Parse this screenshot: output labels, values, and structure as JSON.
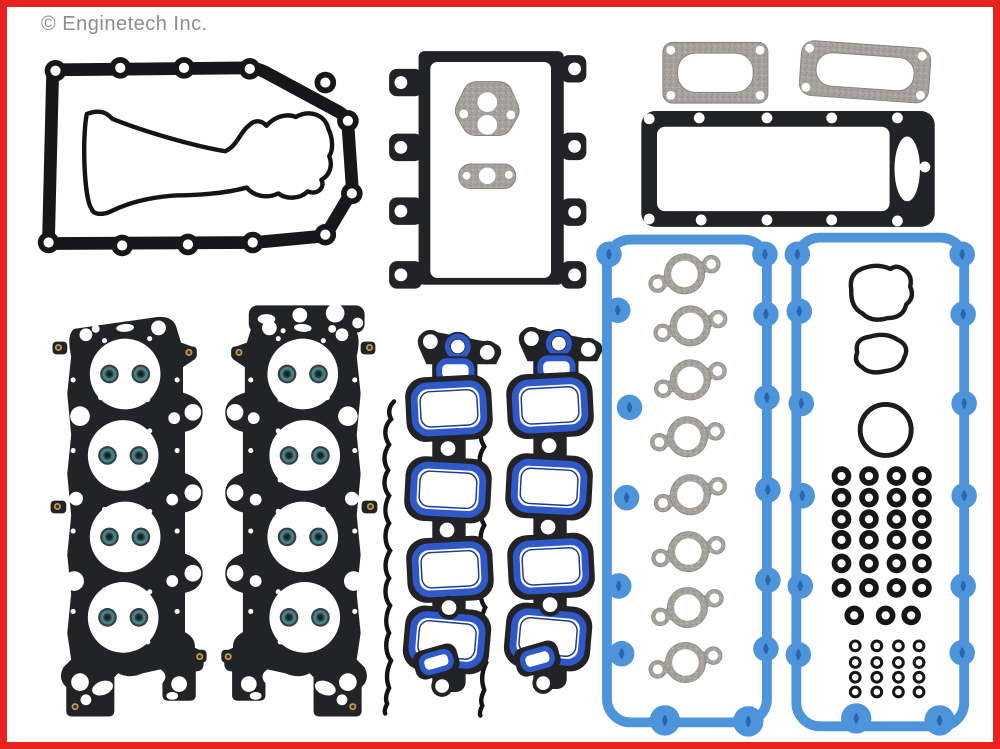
{
  "brand": {
    "label": "© Enginetech Inc.",
    "color": "#8d8d8d"
  },
  "frame": {
    "border_color": "#e8221e",
    "background": "#ffffff"
  },
  "colors": {
    "gasket_black": "#212327",
    "rubber_black": "#17171a",
    "steel_gray": "#a6a29c",
    "steel_gray_edge": "#89857e",
    "valve_cover_blue": "#4d94da",
    "valve_cover_blue_dark": "#2a66b0",
    "intake_bead_blue": "#2f58c8",
    "intake_bead_dark": "#1c3a93",
    "seal_outer": "#3a3e43",
    "seal_teal": "#3f8486",
    "seal_center": "#102528",
    "brass": "#bf9a55",
    "brass_center": "#3a3325",
    "ring_black": "#161616",
    "white": "#ffffff"
  },
  "set_contents": {
    "oil_pan_gasket": 1,
    "front_cover_seal": 1,
    "timing_cover_gasket": 1,
    "iac_gasket": 1,
    "egr_gasket": 1,
    "throttle_body_gaskets": 2,
    "valley_pan_gasket": 1,
    "head_gaskets": 2,
    "cylinder_bores_per_head_gasket": 4,
    "valve_stem_seals_per_bore": 2,
    "side_rail_seals": 2,
    "intake_manifold_gaskets": 2,
    "intake_ports_per_gasket": 4,
    "valve_cover_gaskets": 2,
    "exhaust_port_gaskets": 8,
    "thermostat_gaskets": 2,
    "round_o_ring": 1,
    "valve_cover_grommets": 27,
    "small_o_rings": 16
  }
}
